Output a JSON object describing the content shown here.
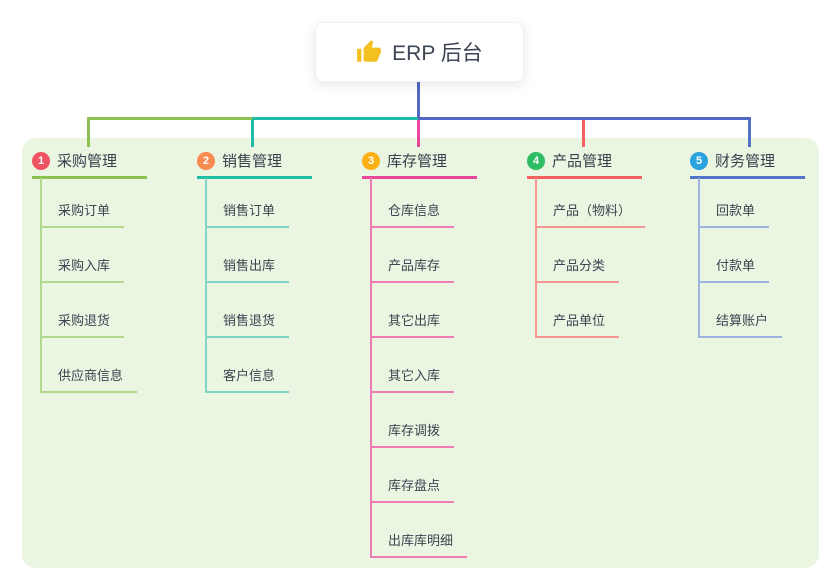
{
  "root": {
    "label": "ERP 后台",
    "icon": "thumbs-up-icon"
  },
  "canvas": {
    "background": "#ffffff",
    "panel_color": "#eaf5e2"
  },
  "connector_color": "#5169c3",
  "branches": [
    {
      "number": "1",
      "label": "采购管理",
      "badge_color": "#ef5362",
      "line_color": "#8cc152",
      "child_color": "#b2d98b",
      "children": [
        "采购订单",
        "采购入库",
        "采购退货",
        "供应商信息"
      ]
    },
    {
      "number": "2",
      "label": "销售管理",
      "badge_color": "#f98b50",
      "line_color": "#1fbca6",
      "child_color": "#82d5c6",
      "children": [
        "销售订单",
        "销售出库",
        "销售退货",
        "客户信息"
      ]
    },
    {
      "number": "3",
      "label": "库存管理",
      "badge_color": "#fbb116",
      "line_color": "#e8489c",
      "child_color": "#f07cb5",
      "children": [
        "仓库信息",
        "产品库存",
        "其它出库",
        "其它入库",
        "库存调拨",
        "库存盘点",
        "出库库明细"
      ]
    },
    {
      "number": "4",
      "label": "产品管理",
      "badge_color": "#2ebd62",
      "line_color": "#f4605f",
      "child_color": "#f79593",
      "children": [
        "产品（物料）",
        "产品分类",
        "产品单位"
      ]
    },
    {
      "number": "5",
      "label": "财务管理",
      "badge_color": "#29a2dd",
      "line_color": "#5273c6",
      "child_color": "#9db3e0",
      "children": [
        "回款单",
        "付款单",
        "结算账户"
      ]
    }
  ]
}
